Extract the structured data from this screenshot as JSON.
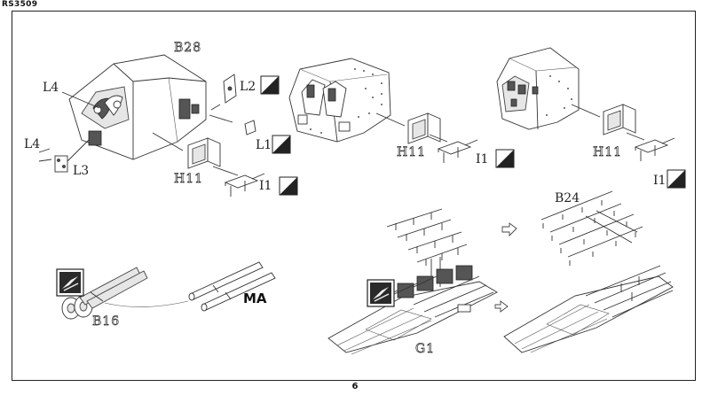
{
  "header": {
    "code": "RS3509"
  },
  "footer": {
    "page_number": "6"
  },
  "labels": {
    "b28": "B28",
    "l4_top": "L4",
    "l2": "L2",
    "l1": "L1",
    "l4_bottom": "L4",
    "l3": "L3",
    "h11_a": "H11",
    "i1_a": "I1",
    "h11_b": "H11",
    "i1_b": "I1",
    "h11_c": "H11",
    "i1_c": "I1",
    "b24": "B24",
    "b16": "B16",
    "ma": "MA",
    "g1": "G1"
  },
  "icons": {
    "half_square": "half-filled-square-icon",
    "photo_etch": "photo-etch-badge-icon",
    "direction_arrow": "hollow-arrow-icon"
  }
}
